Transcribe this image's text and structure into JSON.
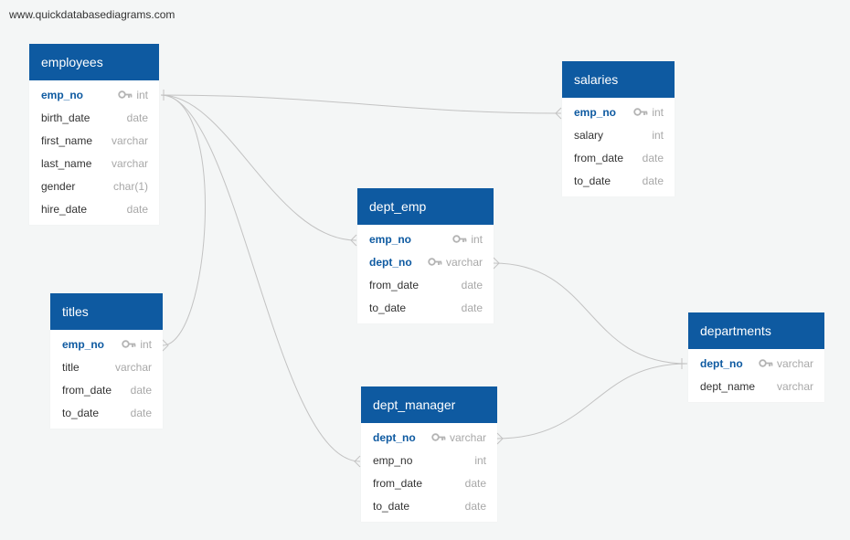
{
  "watermark": "www.quickdatabasediagrams.com",
  "colors": {
    "header": "#0e5aa1",
    "pk_text": "#0e5aa1",
    "type_text": "#a8a8a8",
    "link": "#c3c3c3"
  },
  "tables": {
    "employees": {
      "name": "employees",
      "columns": [
        {
          "name": "emp_no",
          "type": "int",
          "pk": true
        },
        {
          "name": "birth_date",
          "type": "date"
        },
        {
          "name": "first_name",
          "type": "varchar"
        },
        {
          "name": "last_name",
          "type": "varchar"
        },
        {
          "name": "gender",
          "type": "char(1)"
        },
        {
          "name": "hire_date",
          "type": "date"
        }
      ]
    },
    "salaries": {
      "name": "salaries",
      "columns": [
        {
          "name": "emp_no",
          "type": "int",
          "pk": true
        },
        {
          "name": "salary",
          "type": "int"
        },
        {
          "name": "from_date",
          "type": "date"
        },
        {
          "name": "to_date",
          "type": "date"
        }
      ]
    },
    "dept_emp": {
      "name": "dept_emp",
      "columns": [
        {
          "name": "emp_no",
          "type": "int",
          "pk": true
        },
        {
          "name": "dept_no",
          "type": "varchar",
          "pk": true
        },
        {
          "name": "from_date",
          "type": "date"
        },
        {
          "name": "to_date",
          "type": "date"
        }
      ]
    },
    "titles": {
      "name": "titles",
      "columns": [
        {
          "name": "emp_no",
          "type": "int",
          "pk": true
        },
        {
          "name": "title",
          "type": "varchar"
        },
        {
          "name": "from_date",
          "type": "date"
        },
        {
          "name": "to_date",
          "type": "date"
        }
      ]
    },
    "departments": {
      "name": "departments",
      "columns": [
        {
          "name": "dept_no",
          "type": "varchar",
          "pk": true
        },
        {
          "name": "dept_name",
          "type": "varchar"
        }
      ]
    },
    "dept_manager": {
      "name": "dept_manager",
      "columns": [
        {
          "name": "dept_no",
          "type": "varchar",
          "pk": true
        },
        {
          "name": "emp_no",
          "type": "int"
        },
        {
          "name": "from_date",
          "type": "date"
        },
        {
          "name": "to_date",
          "type": "date"
        }
      ]
    }
  }
}
